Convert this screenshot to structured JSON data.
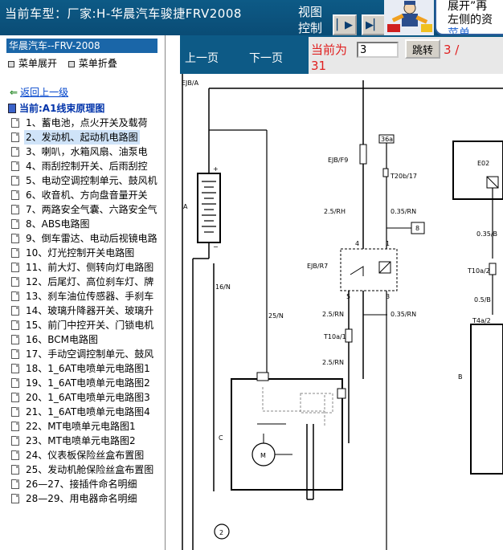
{
  "header": {
    "car_title": "当前车型：厂家:H-华晨汽车骏捷FRV2008",
    "view_label_1": "视图",
    "view_label_2": "控制",
    "hint_line1": "展开”再",
    "hint_line2": "左侧的资",
    "hint_line3": "菜单"
  },
  "sidebar": {
    "header": "华晨汽车--FRV-2008",
    "menu_expand": "菜单展开",
    "menu_collapse": "菜单折叠",
    "back_link": "返回上一级",
    "current": "当前:A1线束原理图",
    "items": [
      {
        "label": "1、蓄电池，点火开关及载荷"
      },
      {
        "label": "2、发动机、起动机电路图"
      },
      {
        "label": "3、喇叭，水箱风扇、油泵电"
      },
      {
        "label": "4、雨刮控制开关、后雨刮控"
      },
      {
        "label": "5、电动空调控制单元、鼓风机"
      },
      {
        "label": "6、收音机、方向盘音量开关"
      },
      {
        "label": "7、两路安全气囊、六路安全气"
      },
      {
        "label": "8、ABS电路图"
      },
      {
        "label": "9、倒车雷达、电动后视镜电路"
      },
      {
        "label": "10、灯光控制开关电路图"
      },
      {
        "label": "11、前大灯、侧转向灯电路图"
      },
      {
        "label": "12、后尾灯、高位刹车灯、牌"
      },
      {
        "label": "13、刹车油位传感器、手刹车"
      },
      {
        "label": "14、玻璃升降器开关、玻璃升"
      },
      {
        "label": "15、前门中控开关、门锁电机"
      },
      {
        "label": "16、BCM电路图"
      },
      {
        "label": "17、手动空调控制单元、鼓风"
      },
      {
        "label": "18、1_6AT电喷单元电路图1"
      },
      {
        "label": "19、1_6AT电喷单元电路图2"
      },
      {
        "label": "20、1_6AT电喷单元电路图3"
      },
      {
        "label": "21、1_6AT电喷单元电路图4"
      },
      {
        "label": "22、MT电喷单元电路图1"
      },
      {
        "label": "23、MT电喷单元电路图2"
      },
      {
        "label": "24、仪表板保险丝盒布置图"
      },
      {
        "label": "25、发动机舱保险丝盒布置图"
      },
      {
        "label": "26—27、接插件命名明细"
      },
      {
        "label": "28—29、用电器命名明细"
      }
    ],
    "selected_index": 1
  },
  "pager": {
    "prev": "上一页",
    "next": "下一页",
    "current_label": "当前为",
    "page_value": "3",
    "jump": "跳转",
    "total_a": "3 /",
    "total_b": "31"
  },
  "diagram": {
    "labels": {
      "ejba": "EJB/A",
      "a": "A",
      "n16": "16/N",
      "n25": "25/N",
      "ejbf9": "EJB/F9",
      "c36a": "36a",
      "t20b": "T20b/17",
      "rh": "2.5/RH",
      "rn035": "0.35/RN",
      "c8": "8",
      "p4": "4",
      "p1": "1",
      "ejbr7": "EJB/R7",
      "p5": "5",
      "p3": "3",
      "rn25a": "2.5/RN",
      "rn035b": "0.35/RN",
      "t10a1": "T10a/1",
      "rn25b": "2.5/RN",
      "c": "C",
      "m": "M",
      "c2": "2",
      "e02": "E02",
      "b035": "0.35/B",
      "t10a2": "T10a/2",
      "b05": "0.5/B",
      "t4a2": "T4a/2",
      "b": "B"
    }
  }
}
